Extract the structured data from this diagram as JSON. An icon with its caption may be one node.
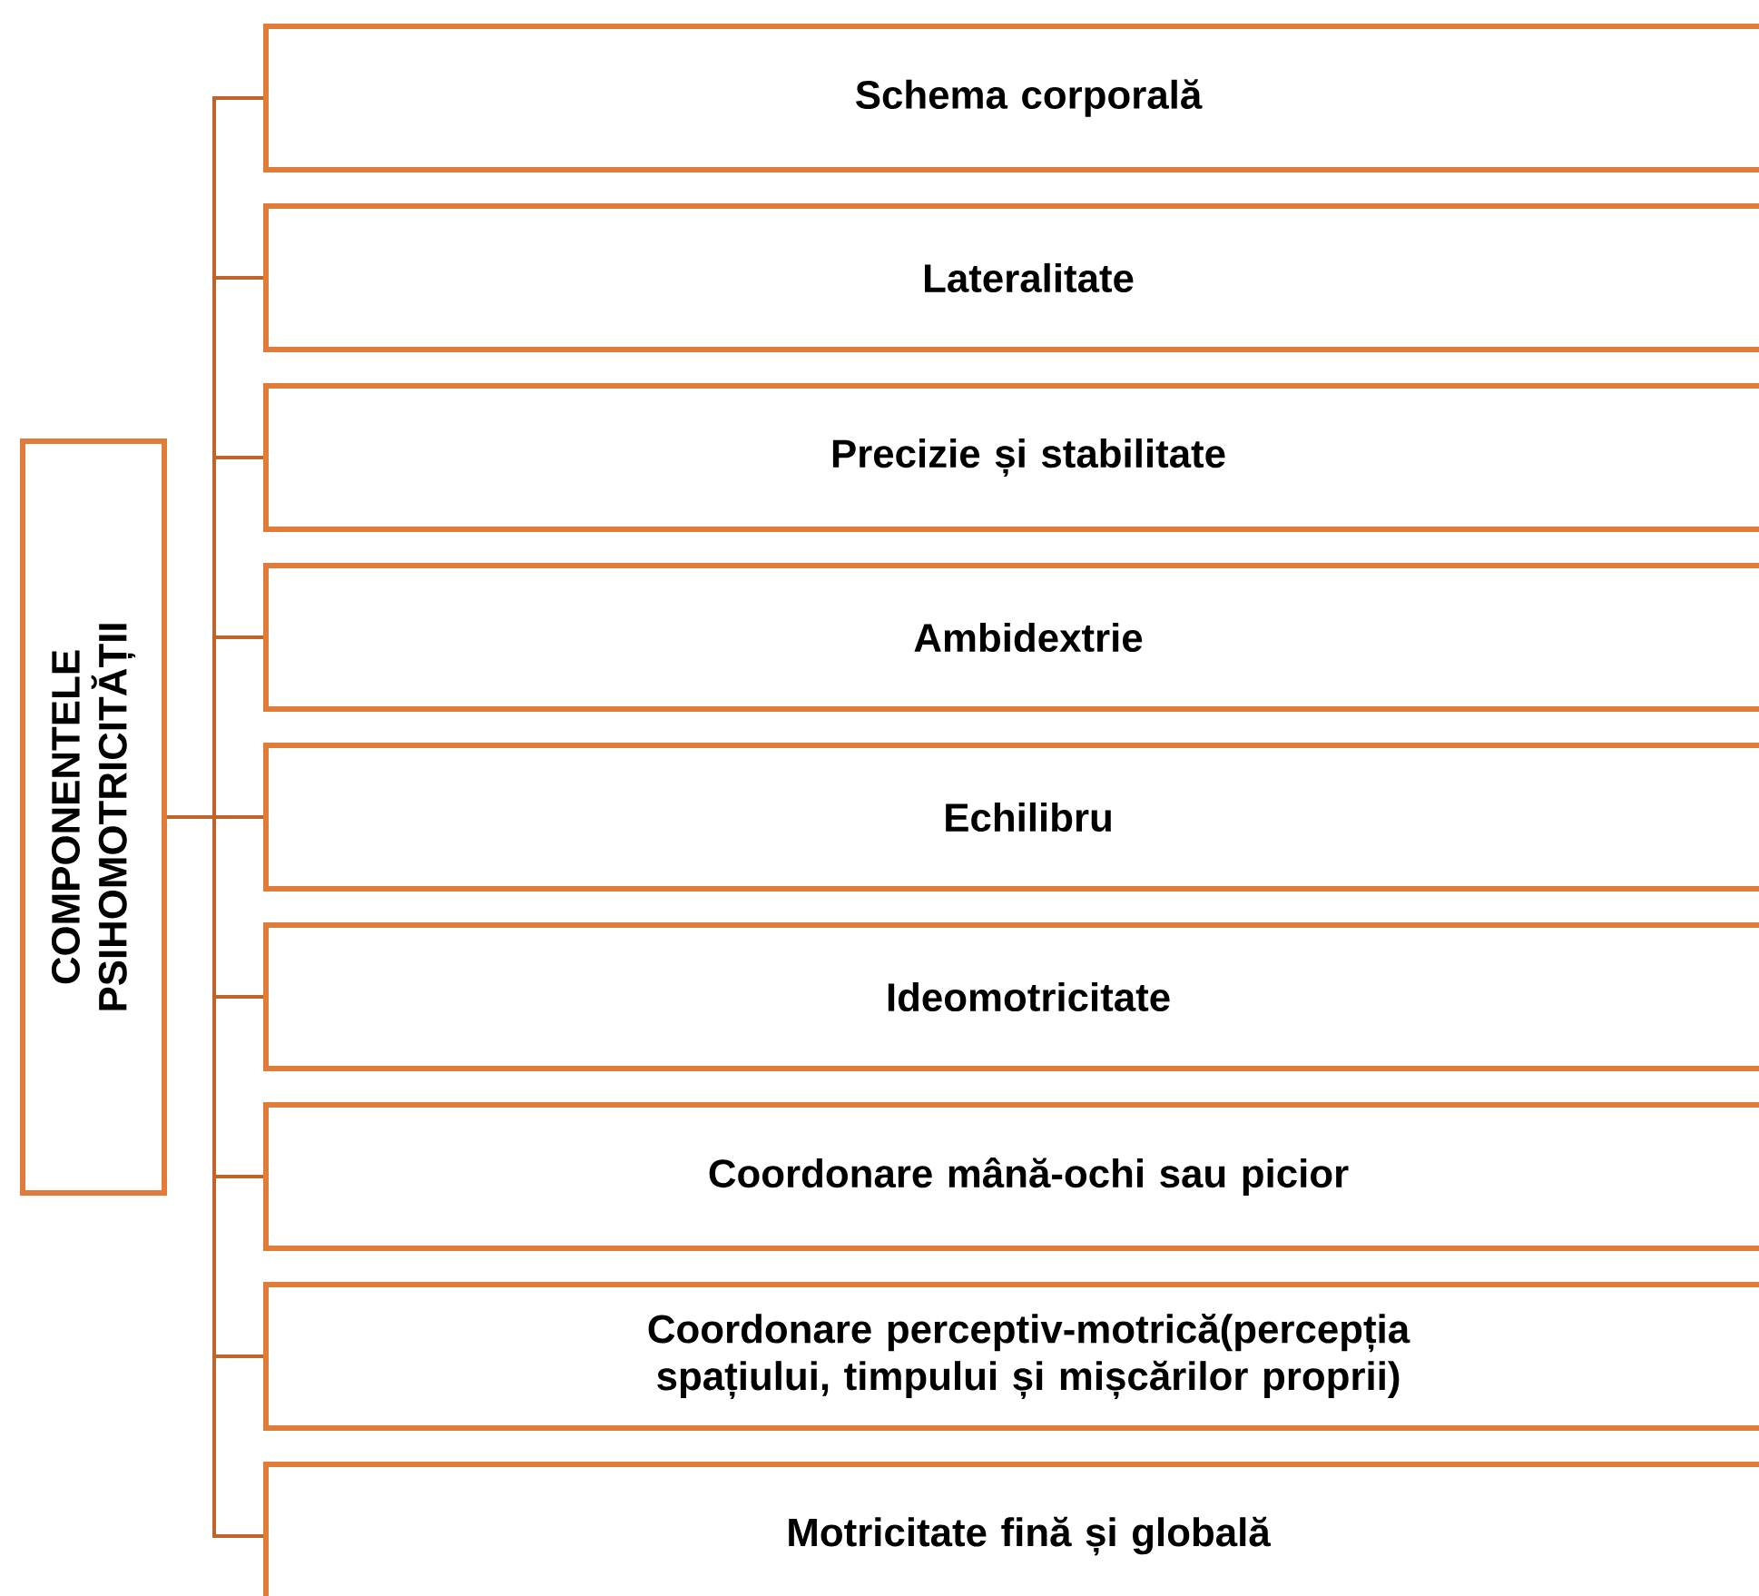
{
  "diagram": {
    "nodes": [
      {
        "text": [
          "COMPONENTELE PSIHOMOTRICITĂȚII"
        ]
      },
      {
        "text": [
          "Schema corporală"
        ]
      },
      {
        "text": [
          "Lateralitate"
        ]
      },
      {
        "text": [
          "Precizie și stabilitate"
        ]
      },
      {
        "text": [
          "Ambidextrie"
        ]
      },
      {
        "text": [
          "Echilibru"
        ]
      },
      {
        "text": [
          "Ideomotricitate"
        ]
      },
      {
        "text": [
          "Coordonare mână-ochi sau picior"
        ]
      },
      {
        "text": [
          "Coordonare perceptiv-motrică(percepția spațiului, timpului și mișcărilor proprii)"
        ]
      },
      {
        "text": [
          "Motricitate fină și globală"
        ]
      }
    ],
    "edges": [
      {
        "from": 0,
        "to": 1,
        "arrow": "none"
      },
      {
        "from": 0,
        "to": 2,
        "arrow": "none"
      },
      {
        "from": 0,
        "to": 3,
        "arrow": "none"
      },
      {
        "from": 0,
        "to": 4,
        "arrow": "none"
      },
      {
        "from": 0,
        "to": 5,
        "arrow": "none"
      },
      {
        "from": 0,
        "to": 6,
        "arrow": "none"
      },
      {
        "from": 0,
        "to": 7,
        "arrow": "none"
      },
      {
        "from": 0,
        "to": 8,
        "arrow": "none"
      },
      {
        "from": 0,
        "to": 9,
        "arrow": "none"
      }
    ]
  }
}
